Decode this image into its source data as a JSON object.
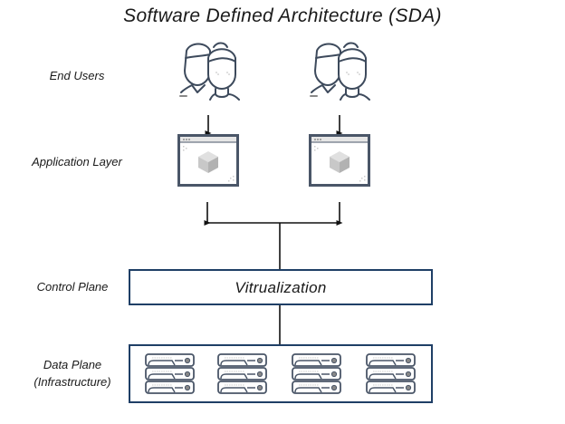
{
  "title": "Software Defined Architecture (SDA)",
  "layers": {
    "end_users": "End Users",
    "application": "Application Layer",
    "control": "Control Plane",
    "data_line1": "Data Plane",
    "data_line2": "(Infrastructure)"
  },
  "control_plane": {
    "label": "Vitrualization"
  },
  "icons": {
    "users": "users-pair-icon",
    "app": "app-window-cube-icon",
    "server": "server-stack-icon"
  },
  "counts": {
    "user_groups": 2,
    "applications": 2,
    "server_stacks": 4
  },
  "colors": {
    "box_border": "#1f3f66",
    "icon_stroke": "#3d4a5c",
    "arrow": "#111111"
  }
}
